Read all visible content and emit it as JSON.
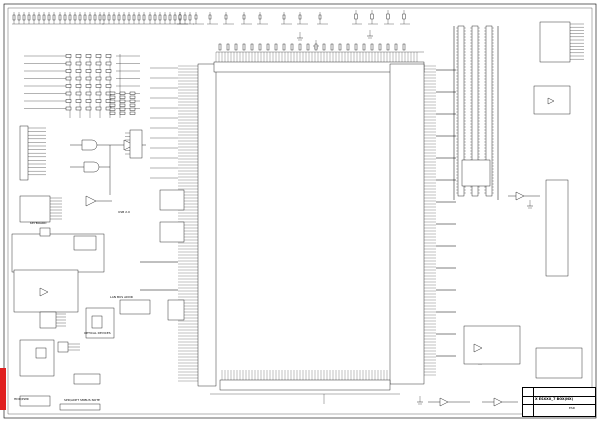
{
  "title_block": {
    "title": "X  ESXXX_7 BOX(NX)",
    "rev": "ESD"
  },
  "block_labels": {
    "keyboard_block": "KEYBOARD",
    "left_bottom": "HDD/PWR",
    "optical_devices": "OPTICAL DEVICES",
    "bottom_note": "SPD/ADPT SMBUS NOTE",
    "usb": "USB 2.0",
    "lan": "LAN BUS ADDR"
  },
  "colors": {
    "line": "#000000",
    "accent_tab": "#e02020",
    "background": "#ffffff"
  }
}
